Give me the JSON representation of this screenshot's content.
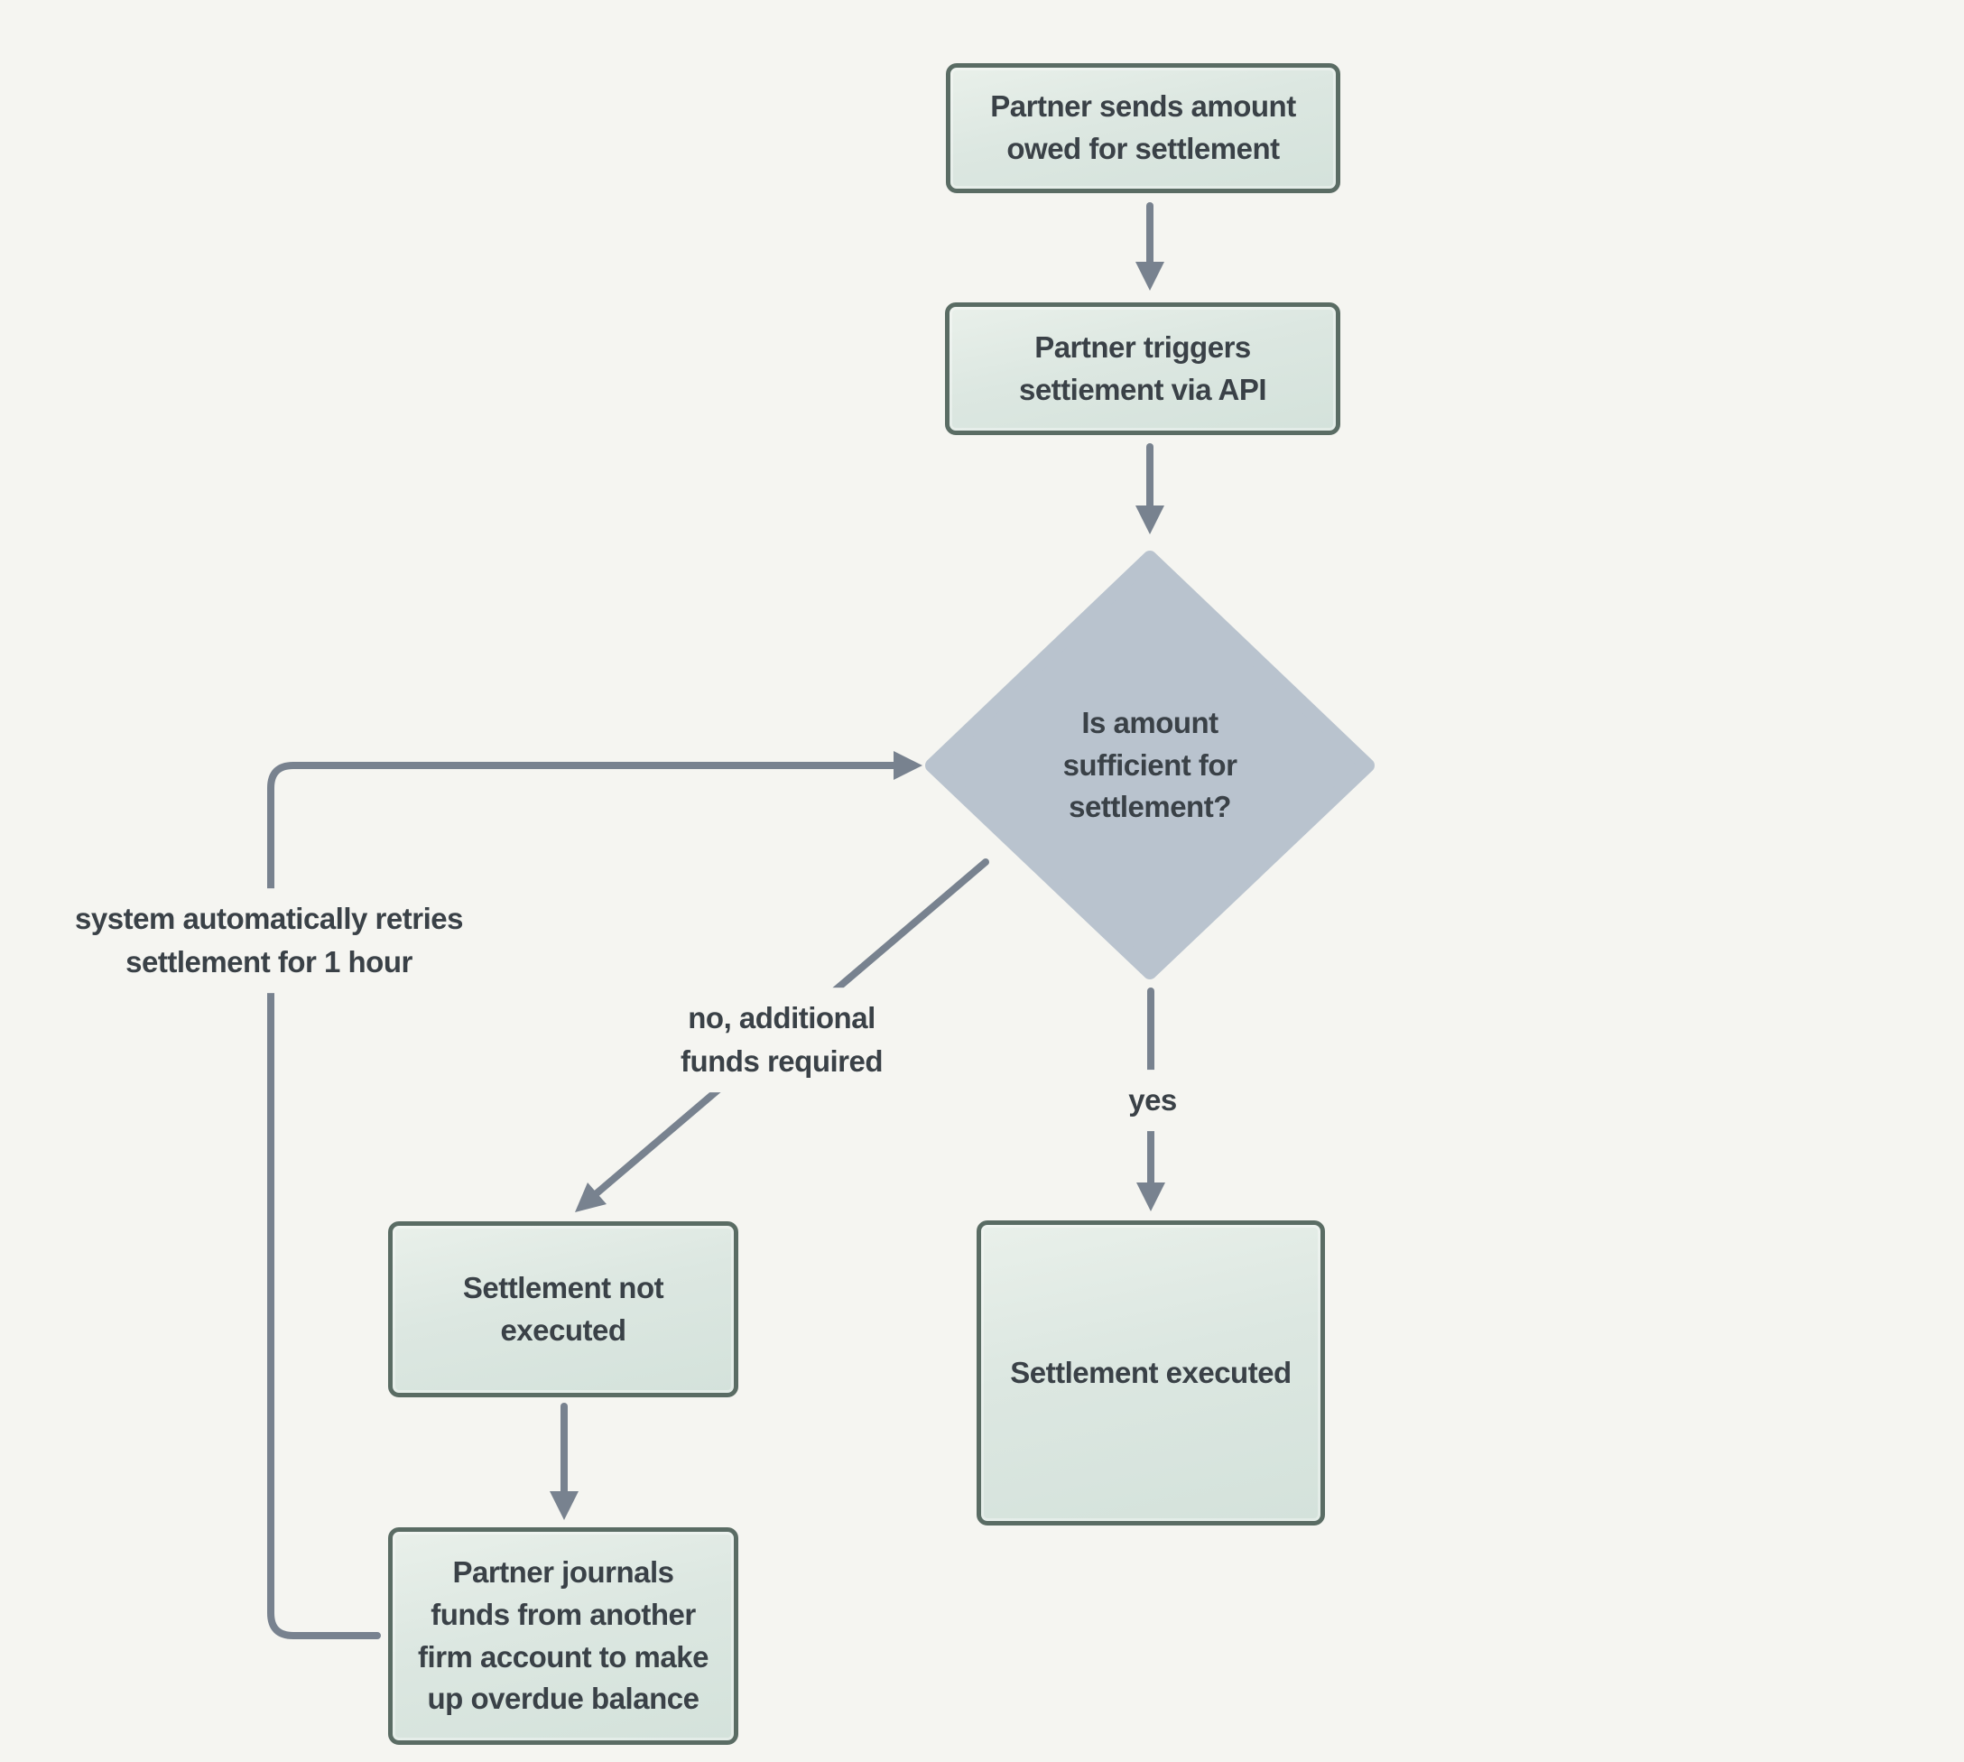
{
  "colors": {
    "background": "#f5f5f1",
    "process_fill": "#dce7e1",
    "process_border": "#5a6c64",
    "decision_fill": "#b9c3ce",
    "arrow": "#78828f",
    "text": "#3a4147"
  },
  "nodes": {
    "send_amount": {
      "label": "Partner sends amount\nowed for settlement"
    },
    "trigger_api": {
      "label": "Partner triggers\nsettiement via API"
    },
    "decision_sufficient": {
      "label": "Is amount\nsufficient for\nsettlement?"
    },
    "settlement_executed": {
      "label": "Settlement executed"
    },
    "settlement_not_executed": {
      "label": "Settlement not\nexecuted"
    },
    "partner_journals": {
      "label": "Partner journals\nfunds from another\nfirm account to make\nup overdue balance"
    }
  },
  "edge_labels": {
    "yes": "yes",
    "no": "no, additional\nfunds required",
    "retry": "system automatically retries\nsettlement for 1 hour"
  }
}
